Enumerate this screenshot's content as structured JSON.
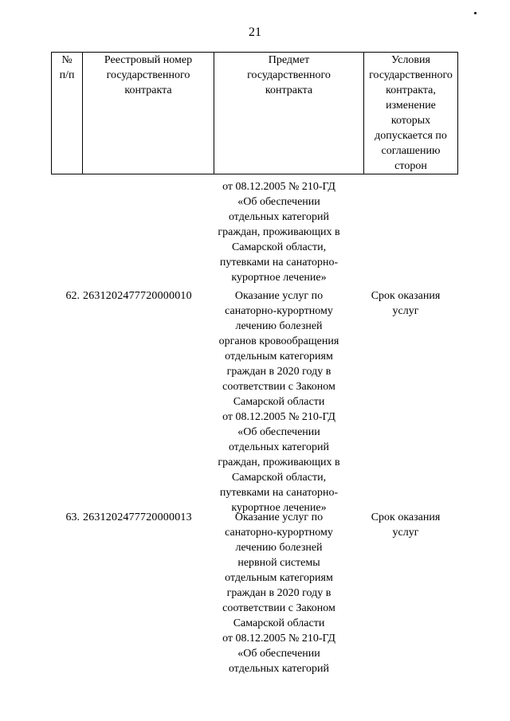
{
  "page_number": "21",
  "table_header": {
    "col_number": "№\nп/п",
    "col_registry": "Реестровый номер\nгосударственного\nконтракта",
    "col_subject": "Предмет\nгосударственного\nконтракта",
    "col_conditions": "Условия\nгосударственного\nконтракта,\nизменение\nкоторых\nдопускается по\nсоглашению\nсторон"
  },
  "continuation": {
    "subject": "от 08.12.2005 № 210-ГД\n«Об обеспечении\nотдельных категорий\nграждан, проживающих в\nСамарской области,\nпутевками на санаторно-\nкурортное лечение»"
  },
  "rows": [
    {
      "number": "62.",
      "registry_number": "2631202477720000010",
      "subject": "Оказание услуг по\nсанаторно-курортному\nлечению болезней\nорганов кровообращения\nотдельным категориям\nграждан  в 2020 году в\nсоответствии с Законом\nСамарской области\nот 08.12.2005 № 210-ГД\n«Об обеспечении\nотдельных категорий\nграждан, проживающих в\nСамарской области,\nпутевками на санаторно-\nкурортное лечение»",
      "conditions": "Срок оказания\nуслуг"
    },
    {
      "number": "63.",
      "registry_number": "2631202477720000013",
      "subject": "Оказание услуг по\nсанаторно-курортному\nлечению болезней\nнервной системы\nотдельным категориям\nграждан  в 2020 году в\nсоответствии с Законом\nСамарской области\nот 08.12.2005 № 210-ГД\n«Об обеспечении\nотдельных категорий",
      "conditions": "Срок оказания\nуслуг"
    }
  ]
}
